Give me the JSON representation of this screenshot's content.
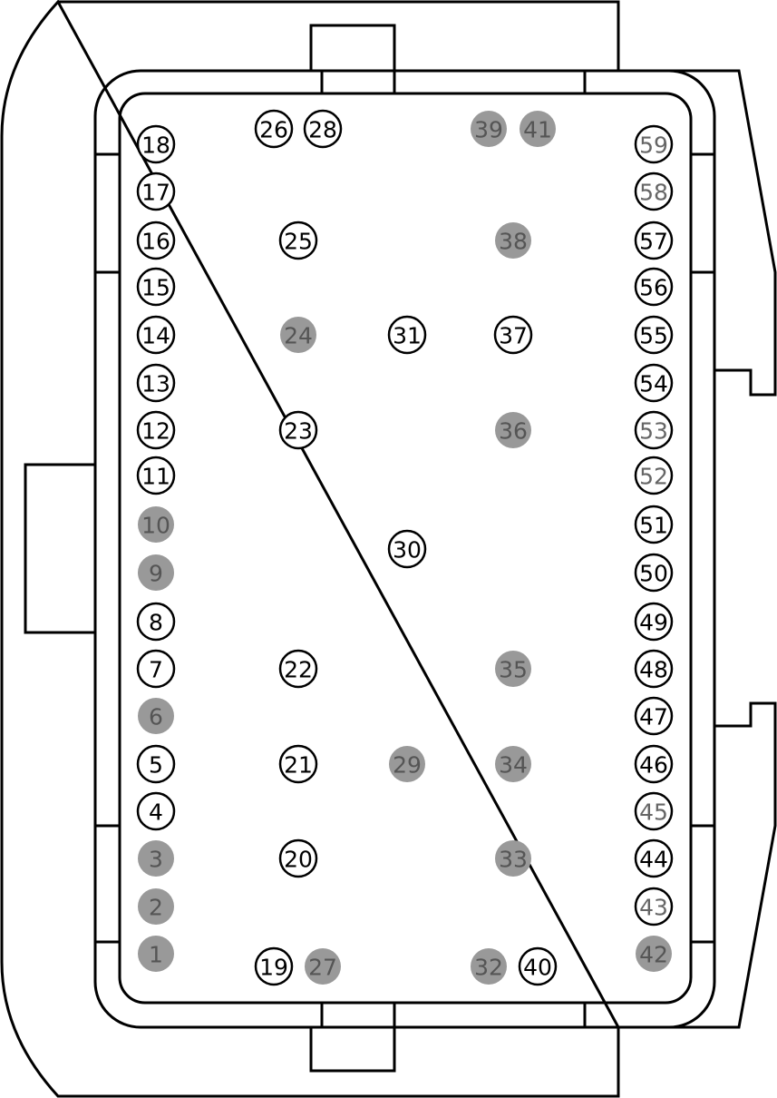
{
  "colors": {
    "outline": "#000000",
    "background": "#ffffff",
    "filled_pin": "#999999",
    "filled_pin_text": "#555555",
    "open_pin_text": "#000000",
    "grey_pin_text": "#666666"
  },
  "pins": [
    {
      "label": "1",
      "style": "filled"
    },
    {
      "label": "2",
      "style": "filled"
    },
    {
      "label": "3",
      "style": "filled"
    },
    {
      "label": "4",
      "style": "open"
    },
    {
      "label": "5",
      "style": "open"
    },
    {
      "label": "6",
      "style": "filled"
    },
    {
      "label": "7",
      "style": "open"
    },
    {
      "label": "8",
      "style": "open"
    },
    {
      "label": "9",
      "style": "filled"
    },
    {
      "label": "10",
      "style": "filled"
    },
    {
      "label": "11",
      "style": "open"
    },
    {
      "label": "12",
      "style": "open"
    },
    {
      "label": "13",
      "style": "open"
    },
    {
      "label": "14",
      "style": "open"
    },
    {
      "label": "15",
      "style": "open"
    },
    {
      "label": "16",
      "style": "open"
    },
    {
      "label": "17",
      "style": "open"
    },
    {
      "label": "18",
      "style": "open"
    },
    {
      "label": "19",
      "style": "open"
    },
    {
      "label": "20",
      "style": "open"
    },
    {
      "label": "21",
      "style": "open"
    },
    {
      "label": "22",
      "style": "open"
    },
    {
      "label": "23",
      "style": "open"
    },
    {
      "label": "24",
      "style": "filled"
    },
    {
      "label": "25",
      "style": "open"
    },
    {
      "label": "26",
      "style": "open"
    },
    {
      "label": "27",
      "style": "filled"
    },
    {
      "label": "28",
      "style": "open"
    },
    {
      "label": "29",
      "style": "filled"
    },
    {
      "label": "30",
      "style": "open"
    },
    {
      "label": "31",
      "style": "open"
    },
    {
      "label": "32",
      "style": "filled"
    },
    {
      "label": "33",
      "style": "filled"
    },
    {
      "label": "34",
      "style": "filled"
    },
    {
      "label": "35",
      "style": "filled"
    },
    {
      "label": "36",
      "style": "filled"
    },
    {
      "label": "37",
      "style": "open"
    },
    {
      "label": "38",
      "style": "filled"
    },
    {
      "label": "39",
      "style": "filled"
    },
    {
      "label": "40",
      "style": "open"
    },
    {
      "label": "41",
      "style": "filled"
    },
    {
      "label": "42",
      "style": "filled"
    },
    {
      "label": "43",
      "style": "open-grey"
    },
    {
      "label": "44",
      "style": "open"
    },
    {
      "label": "45",
      "style": "open-grey"
    },
    {
      "label": "46",
      "style": "open"
    },
    {
      "label": "47",
      "style": "open"
    },
    {
      "label": "48",
      "style": "open"
    },
    {
      "label": "49",
      "style": "open"
    },
    {
      "label": "50",
      "style": "open"
    },
    {
      "label": "51",
      "style": "open"
    },
    {
      "label": "52",
      "style": "open-grey"
    },
    {
      "label": "53",
      "style": "open-grey"
    },
    {
      "label": "54",
      "style": "open"
    },
    {
      "label": "55",
      "style": "open"
    },
    {
      "label": "56",
      "style": "open"
    },
    {
      "label": "57",
      "style": "open"
    },
    {
      "label": "58",
      "style": "open-grey"
    },
    {
      "label": "59",
      "style": "open-grey"
    }
  ]
}
